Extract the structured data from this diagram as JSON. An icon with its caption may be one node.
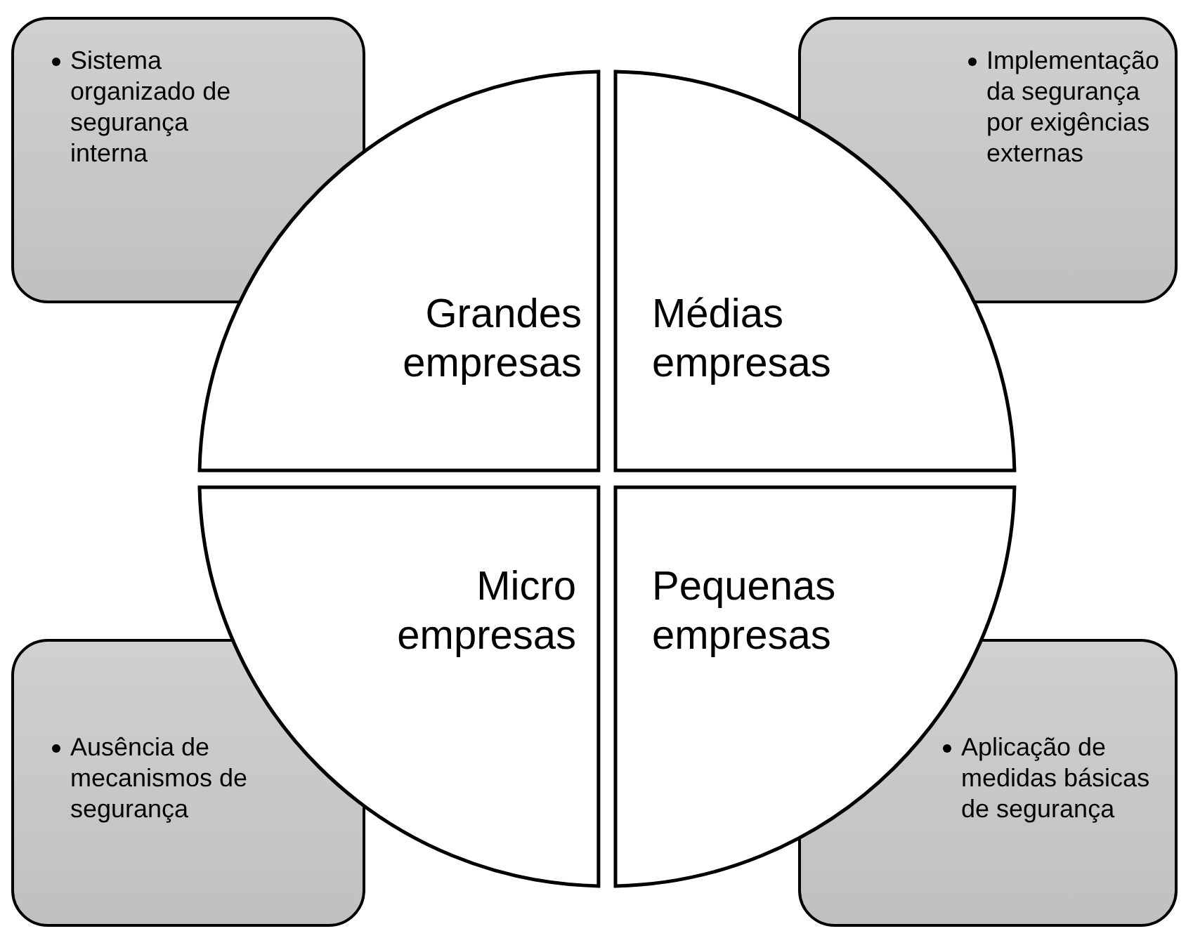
{
  "diagram": {
    "nodes": [
      {
        "text": [
          "Sistema organizado de segurança interna"
        ]
      },
      {
        "text": [
          "Implementação da segurança por exigências externas"
        ]
      },
      {
        "text": [
          "Grandes empresas"
        ]
      },
      {
        "text": [
          "Médias empresas"
        ]
      },
      {
        "text": [
          "Micro empresas"
        ]
      },
      {
        "text": [
          "Pequenas empresas"
        ]
      },
      {
        "text": [
          "Ausência de mecanismos de segurança"
        ]
      },
      {
        "text": [
          "Aplicação de medidas básicas de segurança"
        ]
      }
    ],
    "edges": []
  }
}
